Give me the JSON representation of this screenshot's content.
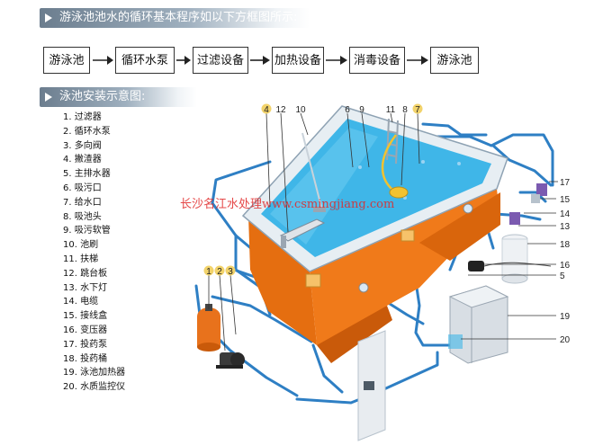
{
  "header": {
    "flow_title": "游泳池池水的循环基本程序如以下方框图所示:",
    "install_title": "泳池安装示意图:"
  },
  "flow": [
    "游泳池",
    "循环水泵",
    "过滤设备",
    "加热设备",
    "消毒设备",
    "游泳池"
  ],
  "legend": [
    "1. 过滤器",
    "2. 循环水泵",
    "3. 多向阀",
    "4. 撇渣器",
    "5. 主排水器",
    "6. 吸污口",
    "7. 给水口",
    "8. 吸池头",
    "9. 吸污软管",
    "10. 池刷",
    "11. 扶梯",
    "12. 跳台板",
    "13. 水下灯",
    "14. 电缆",
    "15. 接线盒",
    "16. 变压器",
    "17. 投药泵",
    "18. 投药桶",
    "19. 泳池加热器",
    "20. 水质监控仪"
  ],
  "callouts": {
    "c4": "4",
    "c12": "12",
    "c10": "10",
    "c6": "6",
    "c9": "9",
    "c11": "11",
    "c8": "8",
    "c7": "7",
    "c1": "1",
    "c2": "2",
    "c3": "3",
    "c17": "17",
    "c15": "15",
    "c14": "14",
    "c13": "13",
    "c18": "18",
    "c16": "16",
    "c5": "5",
    "c19": "19",
    "c20": "20"
  },
  "watermark": "长沙名江水处理www.csmingjiang.com",
  "colors": {
    "pool_orange": "#f07a1a",
    "pool_water": "#3fb6e8",
    "pipe_blue": "#2e7fc4",
    "banner": "#7f91a2"
  }
}
